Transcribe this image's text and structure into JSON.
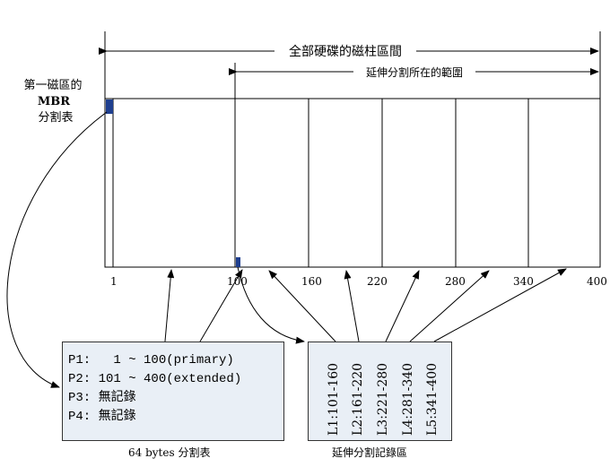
{
  "labels": {
    "full_disk": "全部硬碟的磁柱區間",
    "extended_range": "延伸分割所在的範圍",
    "mbr_line1": "第一磁區的",
    "mbr_line2": "MBR",
    "mbr_line3": "分割表"
  },
  "axis_ticks": [
    "1",
    "100",
    "160",
    "220",
    "280",
    "340",
    "400"
  ],
  "primary_table": {
    "rows": [
      "P1:   1 ~ 100(primary)",
      "P2: 101 ~ 400(extended)",
      "P3: 無記錄",
      "P4: 無記錄"
    ],
    "caption": "64 bytes 分割表"
  },
  "extended_table": {
    "rows": [
      "L1:101-160",
      "L2:161-220",
      "L3:221-280",
      "L4:281-340",
      "L5:341-400"
    ],
    "caption": "延伸分割記錄區"
  },
  "colors": {
    "disk_fill": "#ffffff",
    "box_fill": "#e9eff6",
    "marker": "#1f3f8f",
    "line": "#000000"
  }
}
